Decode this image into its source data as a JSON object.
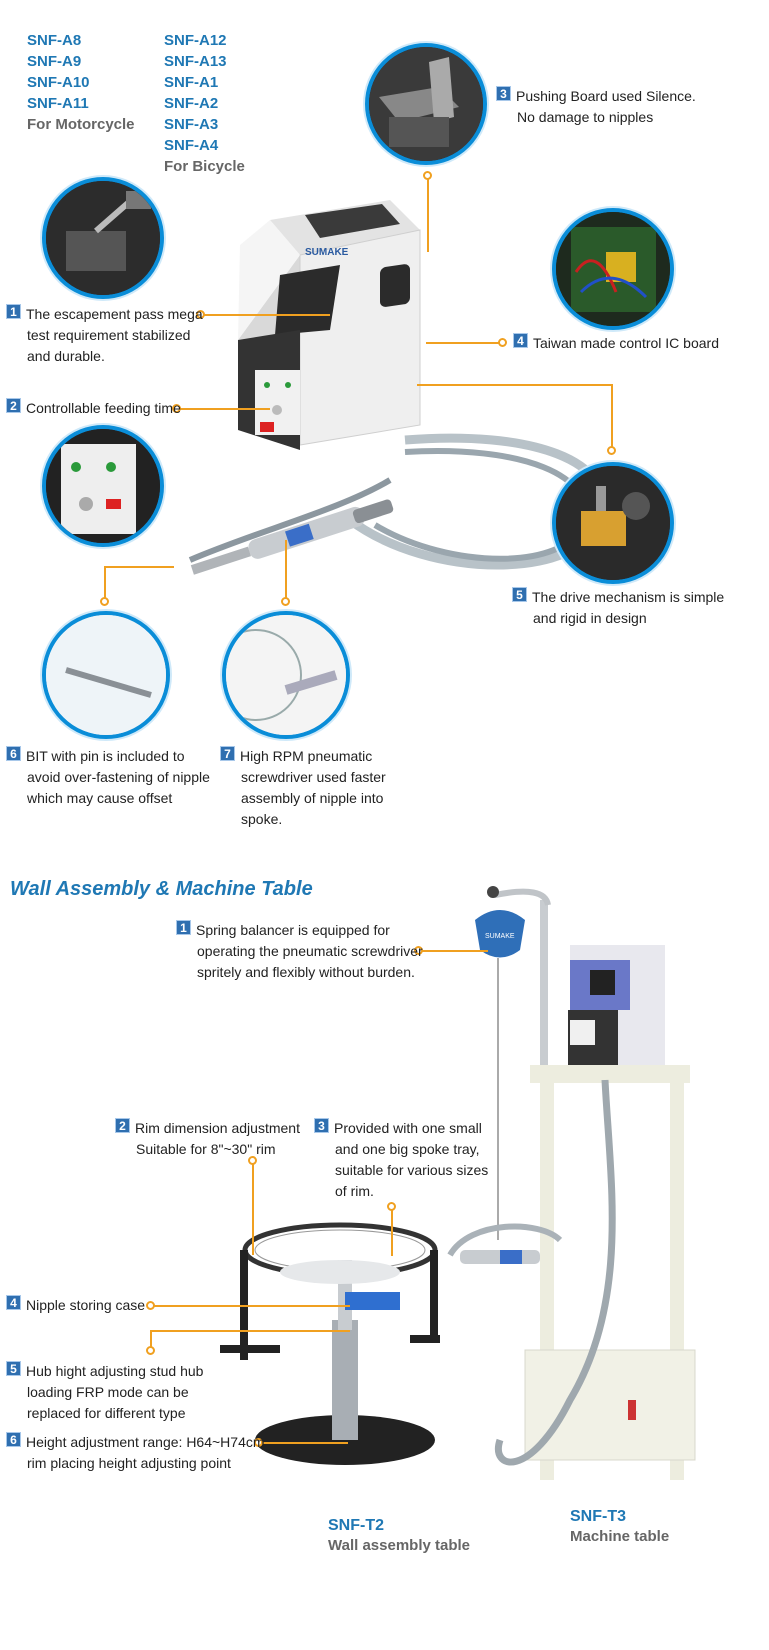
{
  "models": {
    "col1": [
      "SNF-A8",
      "SNF-A9",
      "SNF-A10",
      "SNF-A11"
    ],
    "col1_note": "For Motorcycle",
    "col2": [
      "SNF-A12",
      "SNF-A13",
      "SNF-A1",
      "SNF-A2",
      "SNF-A3",
      "SNF-A4"
    ],
    "col2_note": "For Bicycle"
  },
  "machine": {
    "brand": "SUMAKE"
  },
  "features_top": [
    {
      "num": "1",
      "lines": [
        "The escapement pass mega",
        "test requirement stabilized",
        "and durable."
      ]
    },
    {
      "num": "2",
      "lines": [
        "Controllable feeding time"
      ]
    },
    {
      "num": "3",
      "lines": [
        "Pushing Board used Silence.",
        "No damage to nipples"
      ]
    },
    {
      "num": "4",
      "lines": [
        "Taiwan made control IC board"
      ]
    },
    {
      "num": "5",
      "lines": [
        "The drive mechanism is simple",
        "and rigid in design"
      ]
    },
    {
      "num": "6",
      "lines": [
        "BIT with pin is included to",
        "avoid over-fastening of nipple",
        "which may cause offset"
      ]
    },
    {
      "num": "7",
      "lines": [
        "High RPM pneumatic",
        "screwdriver used faster",
        "assembly of nipple into",
        "spoke."
      ]
    }
  ],
  "section2": {
    "title": "Wall Assembly & Machine Table",
    "features": [
      {
        "num": "1",
        "lines": [
          "Spring balancer is equipped for",
          "operating the pneumatic screwdriver",
          "spritely and flexibly without burden."
        ]
      },
      {
        "num": "2",
        "lines": [
          "Rim dimension adjustment",
          "Suitable for 8\"~30\" rim"
        ]
      },
      {
        "num": "3",
        "lines": [
          "Provided with one small",
          "and one big spoke tray,",
          "suitable for various sizes",
          "of rim."
        ]
      },
      {
        "num": "4",
        "lines": [
          "Nipple storing case"
        ]
      },
      {
        "num": "5",
        "lines": [
          "Hub hight adjusting stud hub",
          "loading FRP mode can be",
          "replaced for different type"
        ]
      },
      {
        "num": "6",
        "lines": [
          "Height adjustment range: H64~H74cm",
          "rim placing height adjusting point"
        ]
      }
    ],
    "snf_t2": {
      "model": "SNF-T2",
      "name": "Wall assembly table"
    },
    "snf_t3": {
      "model": "SNF-T3",
      "name": "Machine table"
    },
    "balancer_brand": "SUMAKE"
  }
}
